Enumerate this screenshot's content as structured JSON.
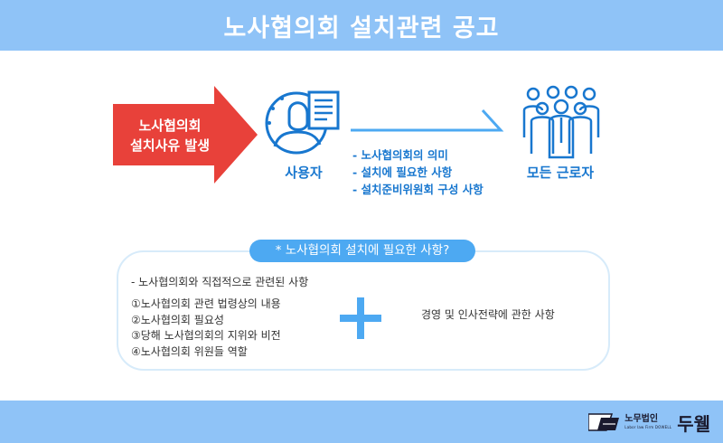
{
  "header": {
    "title": "노사협의회 설치관련 공고"
  },
  "flow": {
    "trigger_line1": "노사협의회",
    "trigger_line2": "설치사유 발생",
    "user_label": "사용자",
    "workers_label": "모든 근로자",
    "items": [
      "- 노사협의회의 의미",
      "- 설치에 필요한 사항",
      "- 설치준비위원회 구성 사항"
    ]
  },
  "box": {
    "pill": "* 노사협의회 설치에 필요한 사항?",
    "heading": "- 노사협의회와 직접적으로 관련된 사항",
    "list": [
      "①노사협의회 관련 법령상의 내용",
      "②노사협의회 필요성",
      "③당해 노사협의회의 지위와 비전",
      "④노사협의회 위원들 역할"
    ],
    "right": "경영 및 인사전략에 관한 사항"
  },
  "footer": {
    "logo_small": "노무법인",
    "logo_tiny": "Labor law Firm DOWELL",
    "logo_big": "두웰"
  },
  "colors": {
    "header_bg": "#8fc3f7",
    "accent_blue": "#1877cf",
    "pill_blue": "#4da9f2",
    "arrow_red": "#e8413a"
  }
}
